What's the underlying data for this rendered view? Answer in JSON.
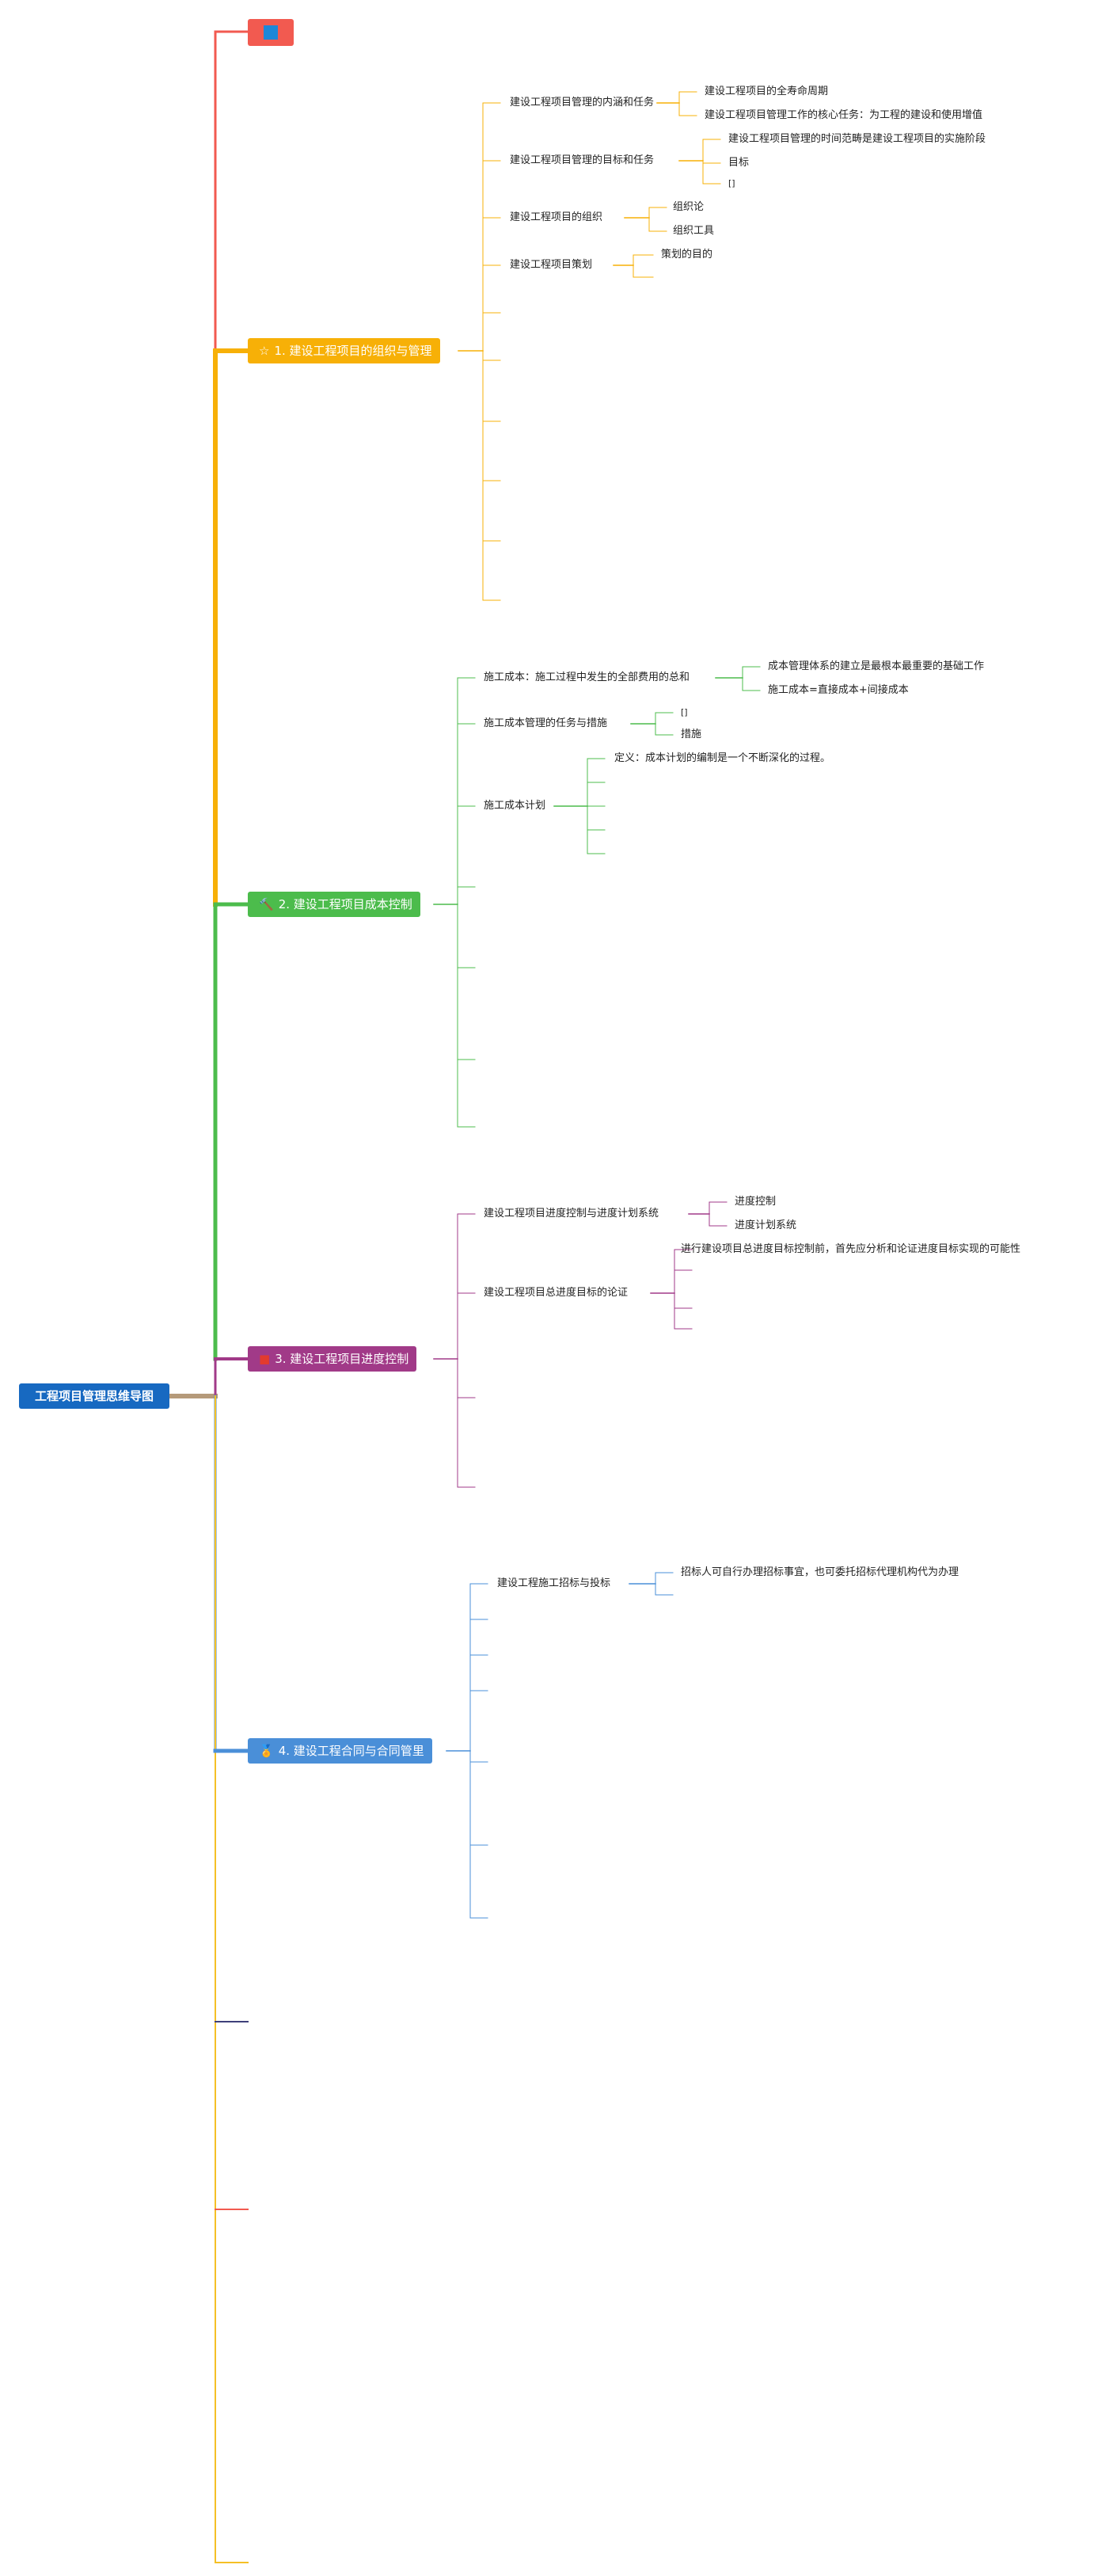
{
  "root": {
    "label": "工程项目管理思维导图"
  },
  "branches": [
    {
      "label": "1. 建设工程项目的组织与管理",
      "icon": "star-icon",
      "icon_glyph": "☆",
      "color": "#f7b007",
      "children": [
        {
          "label": "建设工程项目管理的内涵和任务",
          "children": [
            "建设工程项目的全寿命周期",
            "建设工程项目管理工作的核心任务：为工程的建设和使用增值"
          ]
        },
        {
          "label": "建设工程项目管理的目标和任务",
          "children": [
            "建设工程项目管理的时间范畴是建设工程项目的实施阶段",
            "目标",
            "[]"
          ]
        },
        {
          "label": "建设工程项目的组织",
          "children": [
            "组织论",
            "组织工具"
          ]
        },
        {
          "label": "建设工程项目策划",
          "children": [
            "策划的目的"
          ]
        }
      ]
    },
    {
      "label": "2. 建设工程项目成本控制",
      "icon": "tools-icon",
      "icon_glyph": "🔨",
      "color": "#4cbc4c",
      "children": [
        {
          "label": "施工成本：施工过程中发生的全部费用的总和",
          "children": [
            "成本管理体系的建立是最根本最重要的基础工作",
            "施工成本=直接成本+间接成本"
          ]
        },
        {
          "label": "施工成本管理的任务与措施",
          "children": [
            "[]",
            "措施"
          ]
        },
        {
          "label": "施工成本计划",
          "children": [
            "定义：成本计划的编制是一个不断深化的过程。"
          ]
        }
      ]
    },
    {
      "label": "3. 建设工程项目进度控制",
      "icon": "flag-icon",
      "icon_glyph": "■",
      "color": "#a13a88",
      "children": [
        {
          "label": "建设工程项目进度控制与进度计划系统",
          "children": [
            "进度控制",
            "进度计划系统"
          ]
        },
        {
          "label": "建设工程项目总进度目标的论证",
          "children": [
            "进行建设项目总进度目标控制前，首先应分析和论证进度目标实现的可能性"
          ]
        }
      ]
    },
    {
      "label": "4. 建设工程合同与合同管里",
      "icon": "medal-icon",
      "icon_glyph": "🏅",
      "color": "#4a8fd8",
      "children": [
        {
          "label": "建设工程施工招标与投标",
          "children": [
            "招标人可自行办理招标事宜，也可委托招标代理机构代为办理"
          ]
        }
      ]
    }
  ],
  "colors": {
    "trunk": "#b59a7a",
    "root_fill": "#1769c1",
    "top_node": "#f25a50",
    "top_node_inner": "#1e87d8",
    "extra_navy": "#3e3f7a",
    "extra_red": "#f25a50",
    "extra_yellow": "#f5c026"
  }
}
